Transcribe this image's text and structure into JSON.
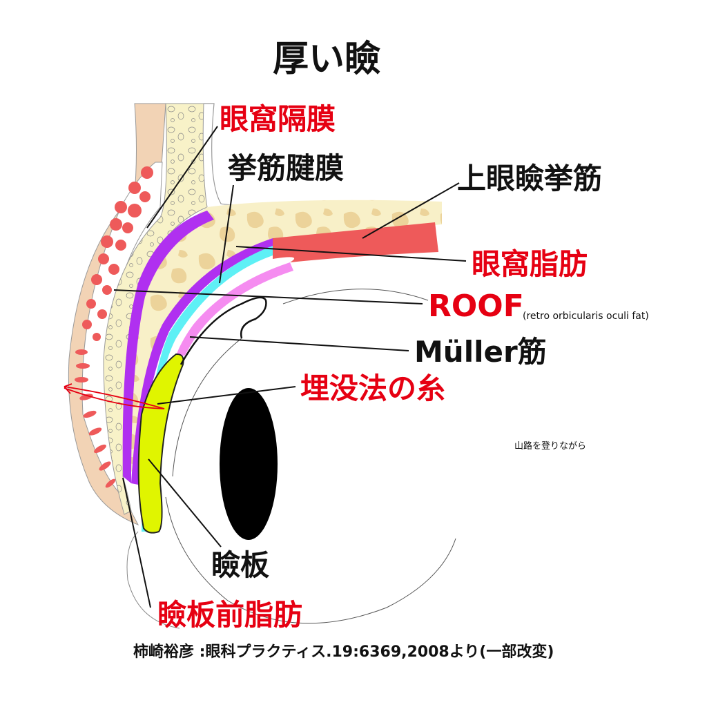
{
  "title": "厚い瞼",
  "labels": {
    "orbital_septum": "眼窩隔膜",
    "levator_aponeurosis": "挙筋腱膜",
    "levator_muscle": "上眼瞼挙筋",
    "orbital_fat": "眼窩脂肪",
    "roof": "ROOF",
    "roof_full": "(retro orbicularis oculi fat)",
    "muller": "Müller筋",
    "suture": "埋没法の糸",
    "tarsus": "瞼板",
    "pretarsal_fat": "瞼板前脂肪"
  },
  "watermark": "山路を登りながら",
  "citation": "柿崎裕彦 :眼科プラクティス.19:6369,2008より(一部改変)",
  "colors": {
    "skin": "#f2d3b5",
    "muscle_dots": "#ee5a5a",
    "septum": "#b030f0",
    "fat": "#f8f0c8",
    "fat_blob": "#ecd39a",
    "levator": "#ee5a5a",
    "aponeurosis": "#5ef0f5",
    "muller": "#f58cf0",
    "tarsus": "#e0f500",
    "label_red": "#e60012"
  }
}
